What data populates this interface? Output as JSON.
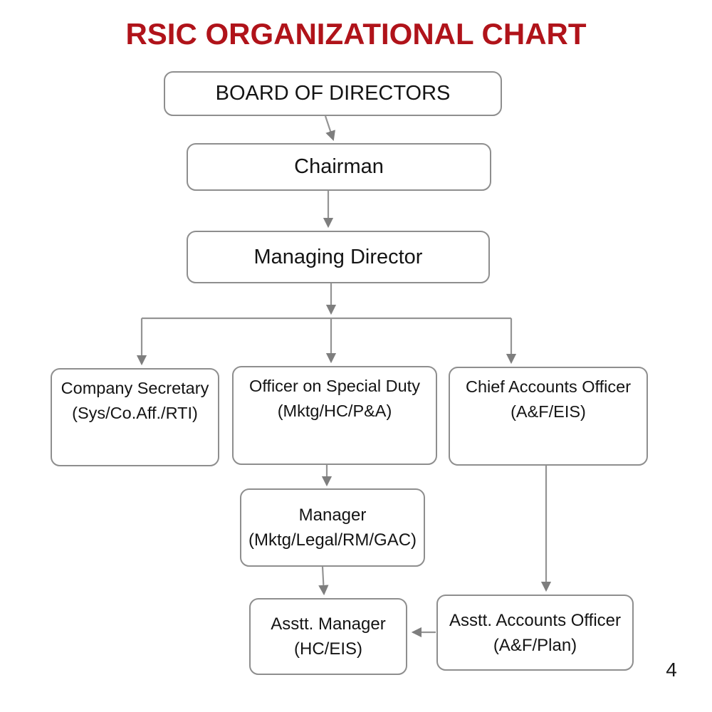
{
  "page": {
    "title": "RSIC ORGANIZATIONAL CHART",
    "title_color": "#B0131A",
    "page_number": "4",
    "background_color": "#FFFFFF"
  },
  "colors": {
    "box_border": "#8E8E8E",
    "box_fill": "#FFFFFF",
    "connector": "#949494",
    "arrowhead": "#7E7E7E",
    "text": "#141414"
  },
  "chart_data": {
    "type": "org-chart",
    "title": "RSIC ORGANIZATIONAL CHART",
    "nodes": [
      {
        "id": "board-of-directors",
        "label": "BOARD OF DIRECTORS"
      },
      {
        "id": "chairman",
        "label": "Chairman"
      },
      {
        "id": "managing-director",
        "label": "Managing Director"
      },
      {
        "id": "company-secretary",
        "label": "Company Secretary (Sys/Co.Aff./RTI)"
      },
      {
        "id": "officer-on-special-duty",
        "label": "Officer on Special Duty (Mktg/HC/P&A)"
      },
      {
        "id": "chief-accounts-officer",
        "label": "Chief Accounts Officer (A&F/EIS)"
      },
      {
        "id": "manager",
        "label": "Manager (Mktg/Legal/RM/GAC)"
      },
      {
        "id": "asstt-manager",
        "label": "Asstt. Manager (HC/EIS)"
      },
      {
        "id": "asstt-accounts-officer",
        "label": "Asstt. Accounts Officer (A&F/Plan)"
      }
    ],
    "edges": [
      {
        "from": "board-of-directors",
        "to": "chairman"
      },
      {
        "from": "chairman",
        "to": "managing-director"
      },
      {
        "from": "managing-director",
        "to": "company-secretary"
      },
      {
        "from": "managing-director",
        "to": "officer-on-special-duty"
      },
      {
        "from": "managing-director",
        "to": "chief-accounts-officer"
      },
      {
        "from": "officer-on-special-duty",
        "to": "manager"
      },
      {
        "from": "manager",
        "to": "asstt-manager"
      },
      {
        "from": "chief-accounts-officer",
        "to": "asstt-accounts-officer"
      },
      {
        "from": "asstt-accounts-officer",
        "to": "asstt-manager"
      }
    ]
  },
  "nodes": [
    {
      "id": "board-of-directors",
      "lines": [
        "BOARD OF DIRECTORS"
      ]
    },
    {
      "id": "chairman",
      "lines": [
        "Chairman"
      ]
    },
    {
      "id": "managing-director",
      "lines": [
        "Managing Director"
      ]
    },
    {
      "id": "company-secretary",
      "lines": [
        "Company Secretary",
        "(Sys/Co.Aff./RTI)"
      ]
    },
    {
      "id": "officer-on-special-duty",
      "lines": [
        "Officer on Special Duty",
        "(Mktg/HC/P&A)"
      ]
    },
    {
      "id": "chief-accounts-officer",
      "lines": [
        "Chief Accounts Officer",
        "(A&F/EIS)"
      ]
    },
    {
      "id": "manager",
      "lines": [
        "Manager",
        "(Mktg/Legal/RM/GAC)"
      ]
    },
    {
      "id": "asstt-manager",
      "lines": [
        "Asstt. Manager",
        "(HC/EIS)"
      ]
    },
    {
      "id": "asstt-accounts-officer",
      "lines": [
        "Asstt. Accounts Officer",
        "(A&F/Plan)"
      ]
    }
  ]
}
